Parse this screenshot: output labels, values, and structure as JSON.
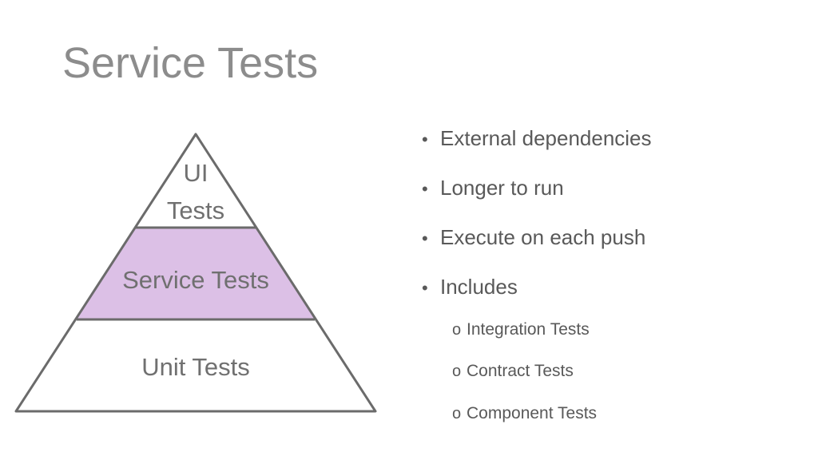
{
  "slide": {
    "title": "Service Tests"
  },
  "pyramid": {
    "top_label_line1": "UI",
    "top_label_line2": "Tests",
    "middle_label": "Service Tests",
    "bottom_label": "Unit Tests",
    "highlight_color": "#dcc0e6",
    "outline_color": "#6b6b6b"
  },
  "bullets": [
    {
      "text": "External dependencies"
    },
    {
      "text": "Longer to run"
    },
    {
      "text": "Execute on each push"
    },
    {
      "text": "Includes"
    }
  ],
  "sub_bullets": [
    {
      "marker": "o",
      "text": "Integration Tests"
    },
    {
      "marker": "o",
      "text": "Contract Tests"
    },
    {
      "marker": "o",
      "text": "Component Tests"
    }
  ]
}
